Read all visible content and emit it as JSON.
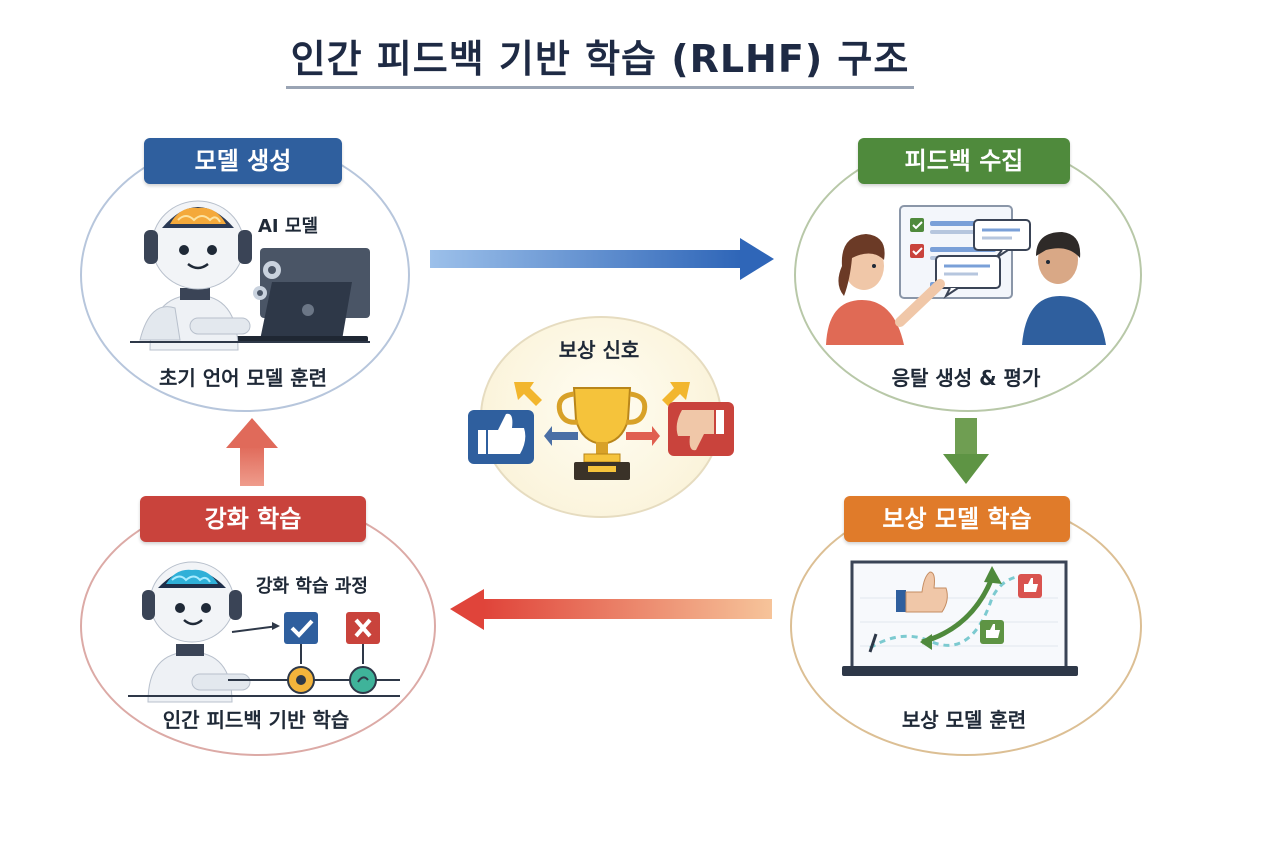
{
  "title": "인간 피드백 기반 학습 (RLHF) 구조",
  "stages": {
    "model_creation": {
      "label": "모델 생성",
      "robot_label": "AI 모델",
      "caption": "초기 언어 모델 훈련",
      "color": "#2f5f9e"
    },
    "feedback_collection": {
      "label": "피드백 수집",
      "caption": "응탈 생성 & 평가",
      "color": "#4f8a3c"
    },
    "reward_model_training": {
      "label": "보상 모델 학습",
      "caption": "보상 모델 훈련",
      "color": "#e07b2a"
    },
    "reinforcement_learning": {
      "label": "강화 학습",
      "process_label": "강화 학습 과정",
      "caption": "인간 피드백 기반 학습",
      "color": "#c9433c"
    }
  },
  "center": {
    "label": "보상 신호",
    "icons": [
      "thumbs-up-icon",
      "trophy-icon",
      "thumbs-down-icon"
    ]
  },
  "arrows": [
    {
      "from": "model_creation",
      "to": "feedback_collection",
      "color": "#3f78c4"
    },
    {
      "from": "feedback_collection",
      "to": "reward_model_training",
      "color": "#5e9444"
    },
    {
      "from": "reward_model_training",
      "to": "reinforcement_learning",
      "color": "#e0553e"
    },
    {
      "from": "reinforcement_learning",
      "to": "model_creation",
      "color": "#e0605a"
    }
  ]
}
